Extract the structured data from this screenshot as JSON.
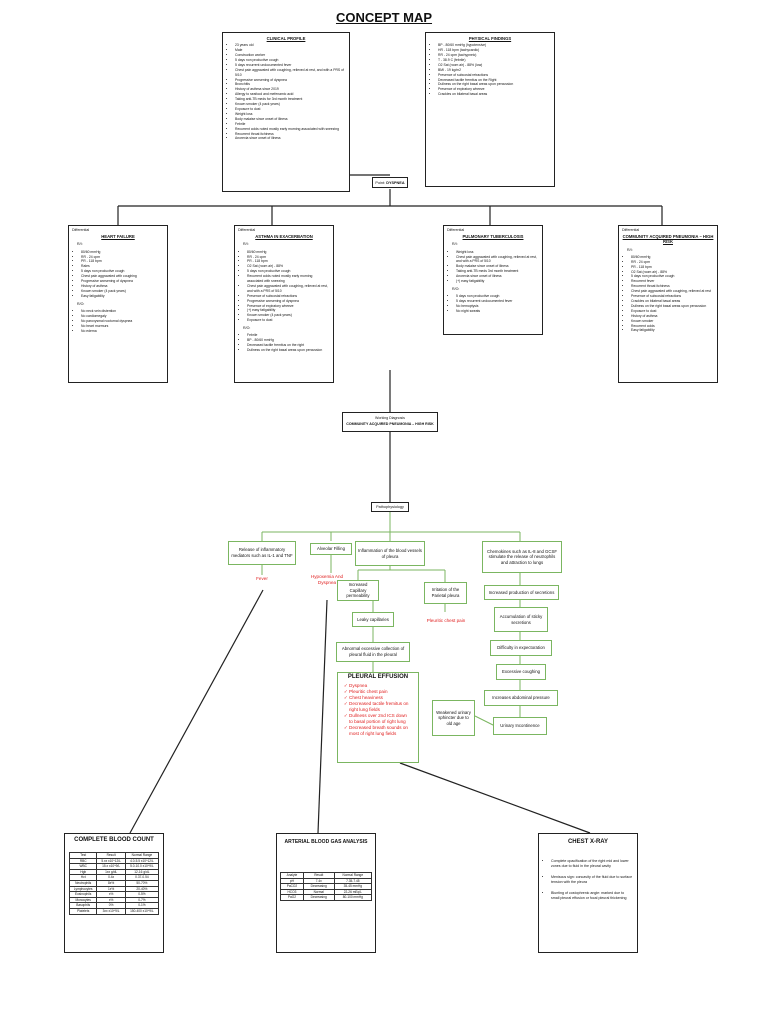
{
  "title": "CONCEPT MAP",
  "clinical_profile": {
    "heading": "CLINICAL PROFILE",
    "items": [
      "23 years old",
      "Male",
      "Construction worker",
      "5 days non productive cough",
      "5 days recurrent undocumented fever",
      "Chest pain aggravated with coughing, relieved at rest, and with a PRS of 5/10",
      "Progressive worsening of dyspnea",
      "Bronchitis",
      "History of asthma since 2019",
      "Allergy to seafood and mefenamic acid",
      "Taking anti-TB meds for 3rd month treatment",
      "Known smoker (4 pack years)",
      "Exposure to dust",
      "Weight loss",
      "Body malaise since onset of illness",
      "Febrile",
      "Recurrent colds noted mostly early morning associated with sneezing",
      "Recurrent throat itchiness",
      "Anorexia since onset of illness"
    ]
  },
  "physical_findings": {
    "heading": "PHYSICAL FINDINGS",
    "items": [
      "BP - 80/60 mmHg (hypotensive)",
      "HR - 118 bpm (tachycardic)",
      "RR - 24 cpm (tachypneic)",
      "T - 38.9 C (febrile)",
      "O2 Sat (room air) - 88% (low)",
      "BMI - 19 kg/m2",
      "Presence of subcostal retractions",
      "Decreased tactile fremitus on the Right",
      "Dullness on the right basal areas upon percussion",
      "Presence of expiratory wheeze",
      "Crackles on bilateral basal areas"
    ]
  },
  "point": {
    "label": "Point:",
    "value": "DYSPNEA"
  },
  "differentials": [
    {
      "label": "Differential",
      "heading": "HEART FAILURE",
      "groups": [
        {
          "label": "R/I:",
          "items": [
            "80/60 mmHg",
            "RR - 24 cpm",
            "PR - 118 bpm",
            "Rales",
            "5 days non productive cough",
            "Chest pain aggravated with coughing",
            "Progressive worsening of dyspnea",
            "History of asthma",
            "Known smoker (4 pack years)",
            "Easy fatigability"
          ]
        },
        {
          "label": "R/O:",
          "items": [
            "No neck vein distention",
            "No cardiomegaly",
            "No paroxysmal nocturnal dyspnea",
            "No heart murmurs",
            "No edema"
          ]
        }
      ]
    },
    {
      "label": "Differential",
      "heading": "ASTHMA IN EXACERBATION",
      "groups": [
        {
          "label": "R/I:",
          "items": [
            "80/60 mmHg",
            "RR - 24 cpm",
            "PR - 118 bpm",
            "O2 Sat (room air) - 88%",
            "5 days non productive cough",
            "Recurrent colds noted mostly early morning associated with sneezing",
            "Chest pain aggravated with coughing, relieved at rest, and with a PRS of 5/10",
            "Presence of subcostal retractions",
            "Progressive worsening of dyspnea",
            "Presence of expiratory wheeze",
            "(+) easy fatigability",
            "Known smoker (4 pack years)",
            "Exposure to dust"
          ]
        },
        {
          "label": "R/O:",
          "items": [
            "Febrile",
            "BP - 80/60 mmHg",
            "Decreased tactile fremitus on the right",
            "Dullness on the right basal areas upon percussion"
          ]
        }
      ]
    },
    {
      "label": "Differential",
      "heading": "PULMONARY TUBERCULOSIS",
      "groups": [
        {
          "label": "R/I:",
          "items": [
            "Weight loss",
            "Chest pain aggravated with coughing, relieved at rest, and with a PRS of 5/10",
            "Body malaise since onset of illness",
            "Taking anti-TB meds 3rd month treatment",
            "Anorexia since onset of illness",
            "(+) easy fatigability"
          ]
        },
        {
          "label": "R/O:",
          "items": [
            "5 days non productive cough",
            "5 days recurrent undocumented fever",
            "No hemoptysis",
            "No night sweats"
          ]
        }
      ]
    },
    {
      "label": "Differential",
      "heading": "COMMUNITY ACQUIRED PNEUMONIA – HIGH RISK",
      "groups": [
        {
          "label": "R/I:",
          "items": [
            "80/60 mmHg",
            "RR - 24 cpm",
            "PR - 118 bpm",
            "O2 Sat (room air) - 88%",
            "5 days non productive cough",
            "Recurrent fever",
            "Recurrent throat itchiness",
            "Chest pain aggravated with coughing, relieved at rest",
            "Presence of subcostal retractions",
            "Crackles on bilateral basal areas",
            "Dullness on the right basal areas upon percussion",
            "Exposure to dust",
            "History of asthma",
            "Known smoker",
            "Recurrent colds",
            "Easy fatigability"
          ]
        }
      ]
    }
  ],
  "working_diagnosis": {
    "label": "Working Diagnosis",
    "value": "COMMUNITY ACQUIRED PNEUMONIA – HIGH RISK"
  },
  "pathophysiology": "Pathophysiology",
  "flow": {
    "release": "Release of inflammatory mediators such as IL-1 and TNF",
    "fever": "Fever",
    "alveolar": "Alveolar Filling",
    "hypoxemia": "Hypoxemia And Dyspnea",
    "inflammation": "Inflammation of the blood vessels of pleura",
    "cap_perm": "Increased Capillary permeability",
    "irritation": "Irritation of the Parietal pleura",
    "pleuritic": "Pleuritic chest pain",
    "leaky": "Leaky capillaries",
    "abnormal": "Abnormal excessive collection of pleural fluid in the pleural",
    "chemokines": "Chemokines such as IL-8 and GCSF stimulate the release of neutrophils and attraction to lungs",
    "secretions": "Increased production of secretions",
    "sticky": "Accumulation of sticky secretions",
    "difficulty": "Difficulty in expectoration",
    "excessive": "Excessive coughing",
    "abdominal": "Increases abdominal pressure",
    "weakened": "Weakened urinary sphincter due to old age",
    "urinary": "Urinary Incontinence"
  },
  "pleural_effusion": {
    "heading": "PLEURAL EFFUSION",
    "items": [
      "Dyspnea",
      "Pleuritic chest pain",
      "Chest heaviness",
      "Decreased tactile fremitus on right lung fields",
      "Dullness over 2nd ICS down to basal portion of right lung",
      "Decreased breath sounds on most of right lung fields"
    ]
  },
  "cbc": {
    "heading": "COMPLETE BLOOD COUNT",
    "columns": [
      "Test",
      "Result",
      "Normal Range"
    ],
    "rows": [
      [
        "RBC",
        "5.xx x10^12/L",
        "4.0-5.5 x10^12/L"
      ],
      [
        "WBC",
        "15.x x10^9/L",
        "5.0-10.0 x10^9/L"
      ],
      [
        "Hgb",
        "1xx g/dL",
        "12-16 g/dL"
      ],
      [
        "Hct",
        "0.4x",
        "0.37-0.54"
      ],
      [
        "Neutrophils",
        "8x%",
        "50-70%"
      ],
      [
        "Lymphocytes",
        "1x%",
        "20-40%"
      ],
      [
        "Eosinophils",
        "x%",
        "0-5%"
      ],
      [
        "Monocytes",
        "x%",
        "0-7%"
      ],
      [
        "Basophils",
        "0%",
        "0-1%"
      ],
      [
        "Platelets",
        "3xx x10^9/L",
        "150-400 x10^9/L"
      ]
    ]
  },
  "abg": {
    "heading": "ARTERIAL BLOOD GAS ANALYSIS",
    "columns": [
      "Analyte",
      "Result",
      "Normal Range"
    ],
    "rows": [
      [
        "pH",
        "7.4x",
        "7.35-7.45"
      ],
      [
        "PaCO2",
        "Decreasing",
        "35-45 mmHg"
      ],
      [
        "HCO3",
        "Normal",
        "22-26 mEq/L"
      ],
      [
        "PaO2",
        "Decreasing",
        "80-100 mmHg"
      ]
    ]
  },
  "xray": {
    "heading": "CHEST X-RAY",
    "items": [
      "Complete opacification of the right mid and lower zones due to fluid in the pleural cavity",
      "Meniscus sign: concavity of the fluid due to surface tension with the pleura",
      "Blunting of costophrenic angle: marked due to small pleural effusion or focal pleural thickening"
    ]
  },
  "colors": {
    "line": "#7bb661",
    "red": "#e02020",
    "border": "#222222"
  }
}
